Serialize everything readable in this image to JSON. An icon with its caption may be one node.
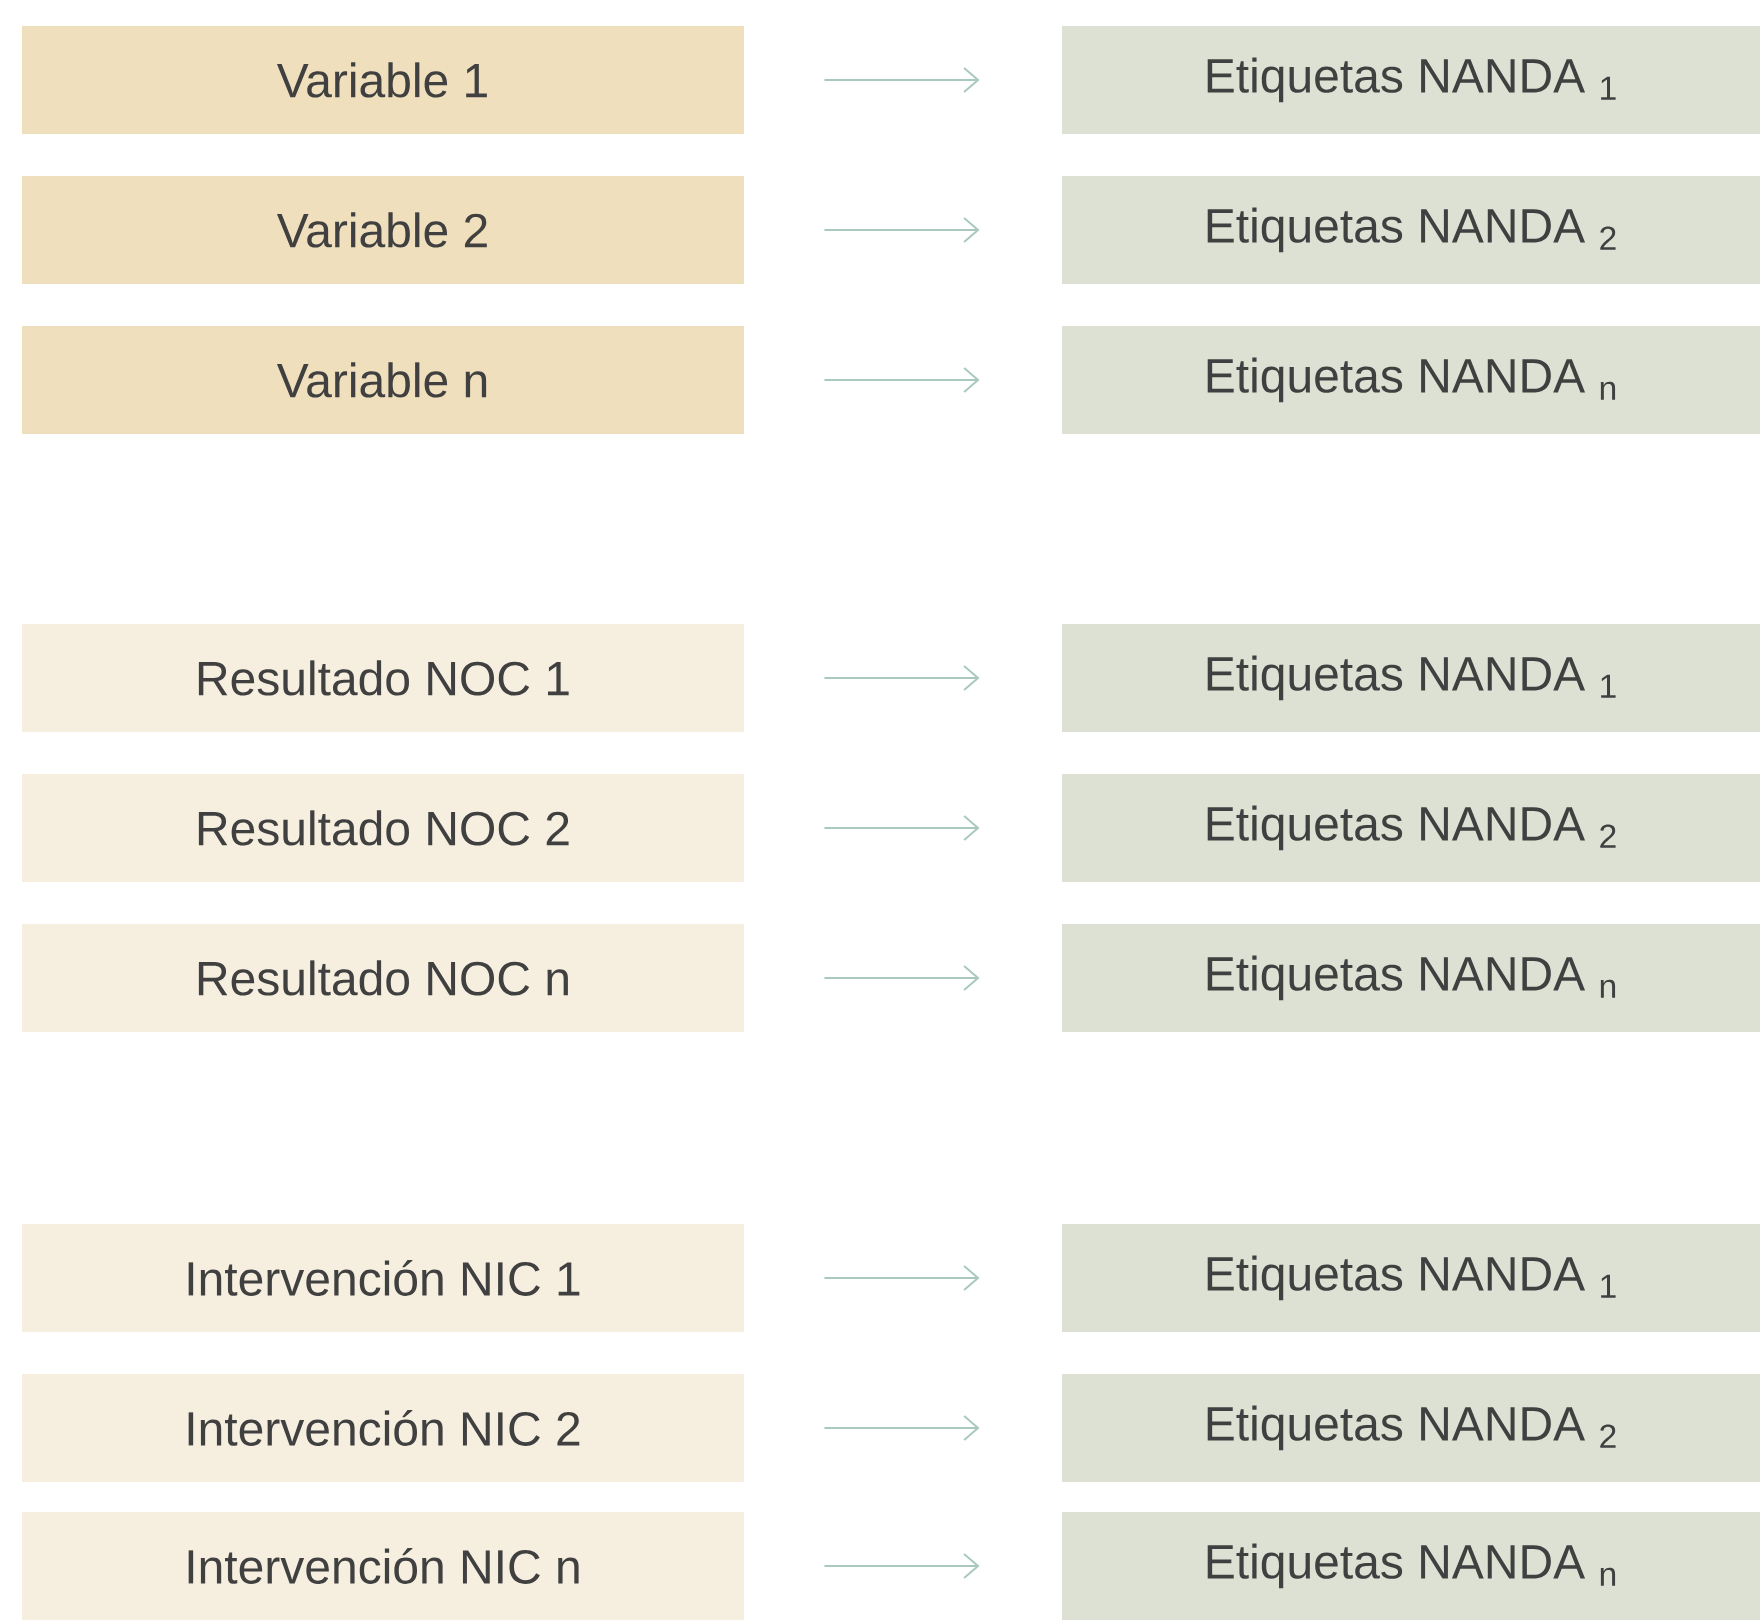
{
  "diagram": {
    "nodes": [
      {
        "text": [
          "Variable 1"
        ]
      },
      {
        "text": [
          "Etiquetas NANDA $_{1}$"
        ]
      },
      {
        "text": [
          "Variable 2"
        ]
      },
      {
        "text": [
          "Etiquetas NANDA $_{2}$"
        ]
      },
      {
        "text": [
          "Variable n"
        ]
      },
      {
        "text": [
          "Etiquetas NANDA $_{n}$"
        ]
      },
      {
        "text": [
          "Resultado NOC 1"
        ]
      },
      {
        "text": [
          "Etiquetas NANDA $_{1}$"
        ]
      },
      {
        "text": [
          "Resultado NOC 2"
        ]
      },
      {
        "text": [
          "Etiquetas NANDA $_{2}$"
        ]
      },
      {
        "text": [
          "Resultado NOC n"
        ]
      },
      {
        "text": [
          "Etiquetas NANDA $_{n}$"
        ]
      },
      {
        "text": [
          "Intervención NIC 1"
        ]
      },
      {
        "text": [
          "Etiquetas NANDA $_{1}$"
        ]
      },
      {
        "text": [
          "Intervención NIC 2"
        ]
      },
      {
        "text": [
          "Etiquetas NANDA $_{2}$"
        ]
      },
      {
        "text": [
          "Intervención NIC n"
        ]
      },
      {
        "text": [
          "Etiquetas NANDA $_{n}$"
        ]
      }
    ],
    "edges": [
      {
        "from": 0,
        "to": 1,
        "arrow": "to"
      },
      {
        "from": 2,
        "to": 3,
        "arrow": "to"
      },
      {
        "from": 4,
        "to": 5,
        "arrow": "to"
      },
      {
        "from": 6,
        "to": 7,
        "arrow": "to"
      },
      {
        "from": 8,
        "to": 9,
        "arrow": "to"
      },
      {
        "from": 10,
        "to": 11,
        "arrow": "to"
      },
      {
        "from": 12,
        "to": 13,
        "arrow": "to"
      },
      {
        "from": 14,
        "to": 15,
        "arrow": "to"
      },
      {
        "from": 16,
        "to": 17,
        "arrow": "to"
      }
    ]
  }
}
